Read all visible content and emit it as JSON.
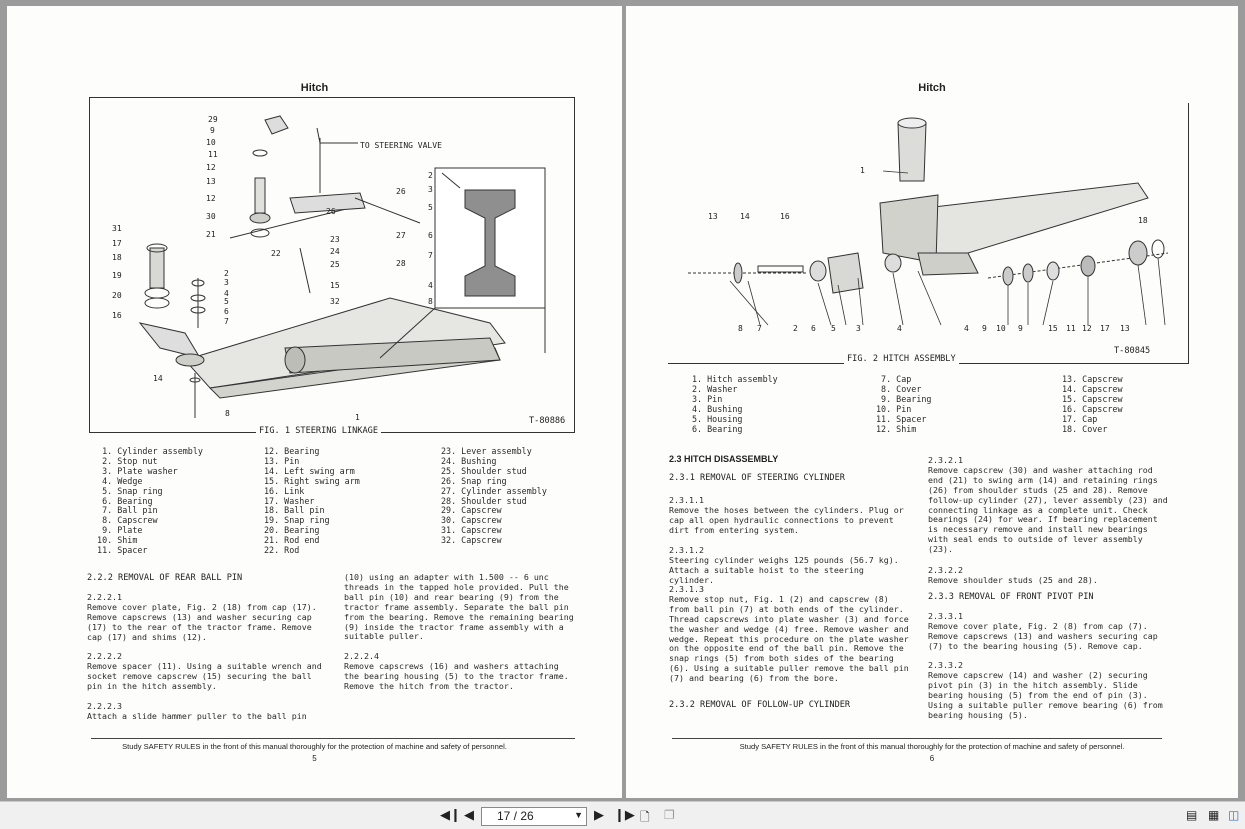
{
  "left_page": {
    "header": "Hitch",
    "figure_caption": "FIG. 1  STEERING LINKAGE",
    "figure_code": "T-80886",
    "callouts": {
      "valve": "TO STEERING VALVE",
      "numbers": [
        "29",
        "9",
        "10",
        "11",
        "12",
        "13",
        "12",
        "30",
        "21",
        "31",
        "17",
        "18",
        "19",
        "20",
        "16",
        "14",
        "2",
        "3",
        "4",
        "5",
        "6",
        "7",
        "22",
        "23",
        "24",
        "25",
        "15",
        "32",
        "26",
        "26",
        "27",
        "28",
        "1",
        "8",
        "2",
        "3",
        "5",
        "6",
        "7",
        "4",
        "8"
      ]
    },
    "legend_col1": "  1. Cylinder assembly\n  2. Stop nut\n  3. Plate washer\n  4. Wedge\n  5. Snap ring\n  6. Bearing\n  7. Ball pin\n  8. Capscrew\n  9. Plate\n 10. Shim\n 11. Spacer",
    "legend_col2": "12. Bearing\n13. Pin\n14. Left swing arm\n15. Right swing arm\n16. Link\n17. Washer\n18. Ball pin\n19. Snap ring\n20. Bearing\n21. Rod end\n22. Rod",
    "legend_col3": "23. Lever assembly\n24. Bushing\n25. Shoulder stud\n26. Snap ring\n27. Cylinder assembly\n28. Shoulder stud\n29. Capscrew\n30. Capscrew\n31. Capscrew\n32. Capscrew",
    "section_title": "2.2.2 REMOVAL OF REAR BALL PIN",
    "paras_left": [
      {
        "num": "2.2.2.1",
        "text": "Remove cover plate, Fig. 2 (18) from cap (17). Remove capscrews (13) and washer securing cap (17) to the rear of the tractor frame. Remove cap (17) and shims (12)."
      },
      {
        "num": "2.2.2.2",
        "text": "Remove spacer (11). Using a suitable wrench and socket remove capscrew (15) securing the ball pin in the hitch assembly."
      },
      {
        "num": "2.2.2.3",
        "text": "Attach a slide hammer puller to the ball pin"
      }
    ],
    "paras_right_lead": "(10) using an adapter with 1.500 -- 6 unc threads in the tapped hole provided. Pull the ball pin (10) and rear bearing (9) from the tractor frame assembly. Separate the ball pin from the bearing. Remove the remaining bearing (9) inside the tractor frame assembly with a suitable puller.",
    "paras_right": [
      {
        "num": "2.2.2.4",
        "text": "Remove capscrews (16) and washers attaching the bearing housing (5) to the tractor frame. Remove the hitch from the tractor."
      }
    ],
    "footer": "Study SAFETY RULES in the front of this manual thoroughly for the protection of machine and safety of personnel.",
    "page_number": "5"
  },
  "right_page": {
    "header": "Hitch",
    "figure_caption": "FIG. 2  HITCH ASSEMBLY",
    "figure_code": "T-80845",
    "callouts": {
      "top": [
        "13",
        "14",
        "16",
        "18",
        "1"
      ],
      "bottom": [
        "8",
        "7",
        "2",
        "6",
        "5",
        "3",
        "4",
        "4",
        "9",
        "10",
        "9",
        "15",
        "11",
        "12",
        "17",
        "13"
      ]
    },
    "legend_col1": "1. Hitch assembly\n2. Washer\n3. Pin\n4. Bushing\n5. Housing\n6. Bearing",
    "legend_col2": " 7. Cap\n 8. Cover\n 9. Bearing\n10. Pin\n11. Spacer\n12. Shim",
    "legend_col3": "13. Capscrew\n14. Capscrew\n15. Capscrew\n16. Capscrew\n17. Cap\n18. Cover",
    "section_heading": "2.3 HITCH DISASSEMBLY",
    "sub_heading_1": "2.3.1 REMOVAL OF STEERING CYLINDER",
    "paras_left": [
      {
        "num": "2.3.1.1",
        "text": "Remove the hoses between the cylinders. Plug or cap all open hydraulic connections to prevent dirt from entering system."
      },
      {
        "num": "2.3.1.2",
        "text": "Steering cylinder weighs 125 pounds (56.7 kg). Attach a suitable hoist to the steering cylinder."
      },
      {
        "num": "2.3.1.3",
        "text": "Remove stop nut, Fig. 1 (2) and capscrew (8) from ball pin (7) at both ends of the cylinder. Thread capscrews into plate washer (3) and force the washer and wedge (4) free. Remove washer and wedge. Repeat this procedure on the plate washer on the opposite end of the ball pin. Remove the snap rings (5) from both sides of the bearing (6). Using a suitable puller remove the ball pin (7) and bearing (6) from the bore."
      }
    ],
    "sub_heading_2": "2.3.2 REMOVAL OF FOLLOW-UP CYLINDER",
    "paras_right": [
      {
        "num": "2.3.2.1",
        "text": "Remove capscrew (30) and washer attaching rod end (21) to swing arm (14) and retaining rings (26) from shoulder studs (25 and 28). Remove follow-up cylinder (27), lever assembly (23) and connecting linkage as a complete unit. Check bearings (24) for wear. If bearing replacement is necessary remove and install new bearings with seal ends to outside of lever assembly (23)."
      },
      {
        "num": "2.3.2.2",
        "text": "Remove shoulder studs (25 and 28)."
      }
    ],
    "sub_heading_3": "2.3.3 REMOVAL OF FRONT PIVOT PIN",
    "paras_right2": [
      {
        "num": "2.3.3.1",
        "text": "Remove cover plate, Fig. 2 (8) from cap (7). Remove capscrews (13) and washers securing cap (7) to the bearing housing (5). Remove cap."
      },
      {
        "num": "2.3.3.2",
        "text": "Remove capscrew (14) and washer (2) securing pivot pin (3) in the hitch assembly. Slide bearing housing (5) from the end of pin (3). Using a suitable puller remove bearing (6) from bearing housing (5)."
      }
    ],
    "footer": "Study SAFETY RULES in the front of this manual thoroughly for the protection of machine and safety of personnel.",
    "page_number": "6"
  },
  "toolbar": {
    "first_icon": "first-page-icon",
    "prev_icon": "previous-page-icon",
    "page_value": "17 / 26",
    "next_icon": "next-page-icon",
    "last_icon": "last-page-icon"
  }
}
